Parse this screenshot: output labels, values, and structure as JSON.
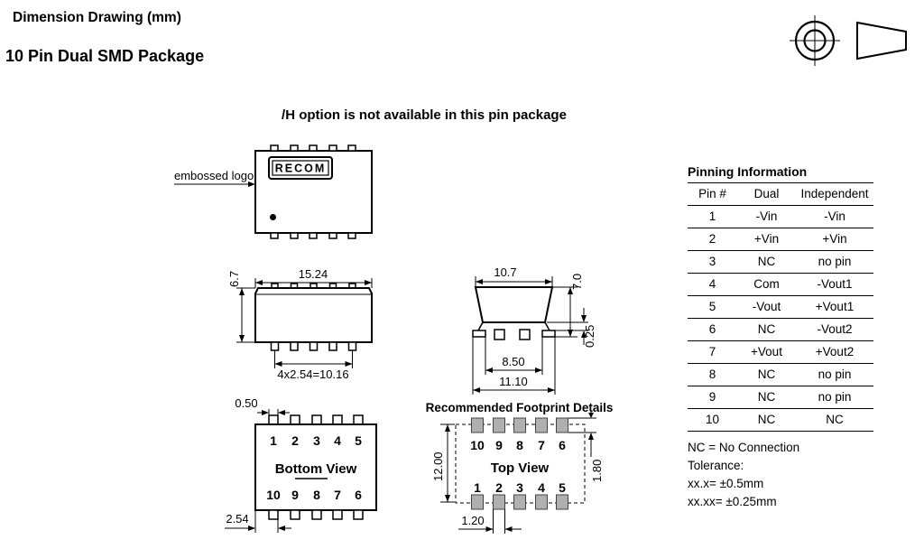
{
  "header": {
    "title": "Dimension Drawing (mm)",
    "subtitle": "10 Pin Dual SMD Package",
    "option_note": "/H option is not available in this pin package"
  },
  "package_view": {
    "logo_pointer_label": "embossed logo",
    "logo_text": "RECOM"
  },
  "side_view": {
    "width": "15.24",
    "height": "6.7",
    "pin_pitch": "4x2.54=10.16"
  },
  "end_view": {
    "top_width": "10.7",
    "height": "7.0",
    "standoff": "0.25",
    "inner_span": "8.50",
    "outer_span": "11.10"
  },
  "bottom_view": {
    "title": "Bottom View",
    "pin_width": "0.50",
    "pin_pitch": "2.54",
    "top_row_pins": [
      "1",
      "2",
      "3",
      "4",
      "5"
    ],
    "bottom_row_pins": [
      "10",
      "9",
      "8",
      "7",
      "6"
    ]
  },
  "footprint": {
    "heading": "Recommended Footprint Details",
    "title": "Top View",
    "top_row_pins": [
      "10",
      "9",
      "8",
      "7",
      "6"
    ],
    "bottom_row_pins": [
      "1",
      "2",
      "3",
      "4",
      "5"
    ],
    "length": "12.00",
    "pad_height": "1.80",
    "pad_width": "1.20"
  },
  "pinning": {
    "title": "Pinning Information",
    "headers": [
      "Pin #",
      "Dual",
      "Independent"
    ],
    "rows": [
      [
        "1",
        "-Vin",
        "-Vin"
      ],
      [
        "2",
        "+Vin",
        "+Vin"
      ],
      [
        "3",
        "NC",
        "no pin"
      ],
      [
        "4",
        "Com",
        "-Vout1"
      ],
      [
        "5",
        "-Vout",
        "+Vout1"
      ],
      [
        "6",
        "NC",
        "-Vout2"
      ],
      [
        "7",
        "+Vout",
        "+Vout2"
      ],
      [
        "8",
        "NC",
        "no pin"
      ],
      [
        "9",
        "NC",
        "no pin"
      ],
      [
        "10",
        "NC",
        "NC"
      ]
    ],
    "notes": [
      "NC = No Connection",
      "Tolerance:",
      "xx.x= ±0.5mm",
      "xx.xx= ±0.25mm"
    ]
  }
}
